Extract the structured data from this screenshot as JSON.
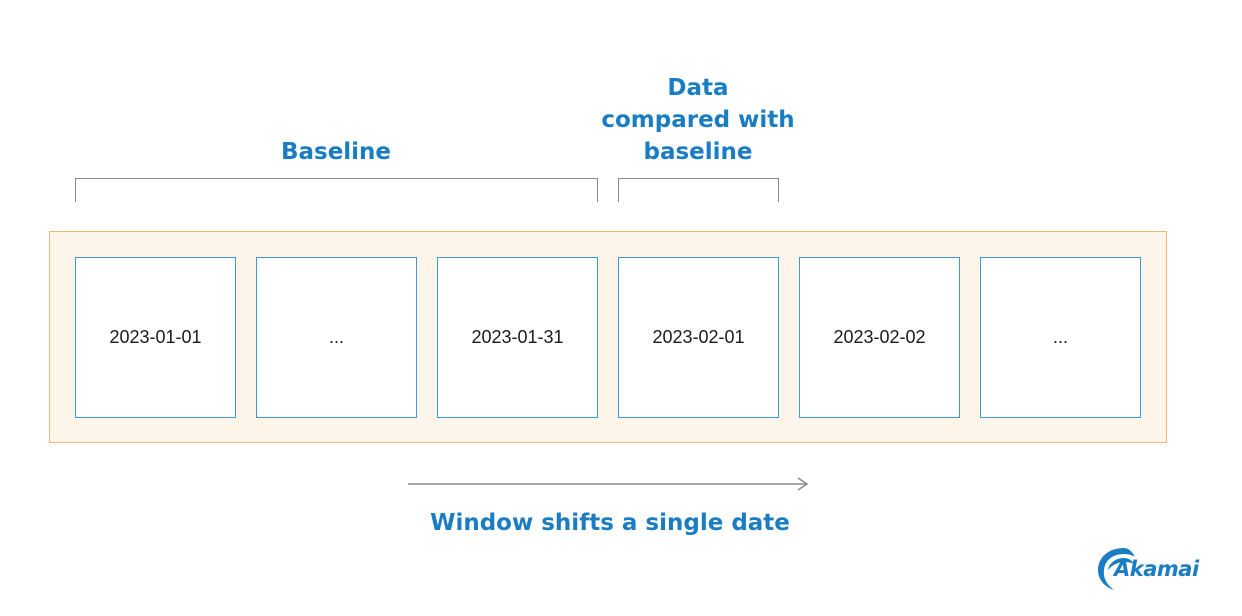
{
  "labels": {
    "baseline": "Baseline",
    "compare_lines": [
      "Data",
      "compared with",
      "baseline"
    ],
    "window_shift": "Window shifts a single date"
  },
  "dates": [
    "2023-01-01",
    "...",
    "2023-01-31",
    "2023-02-01",
    "2023-02-02",
    "..."
  ],
  "logo": {
    "text": "Akamai",
    "color": "#1a7dc4"
  },
  "colors": {
    "label_blue": "#1a7dc4",
    "box_border": "#3d98d3",
    "band_fill": "#fdf4ea",
    "band_border": "#f3b57a",
    "bracket": "#8a8a8a"
  }
}
